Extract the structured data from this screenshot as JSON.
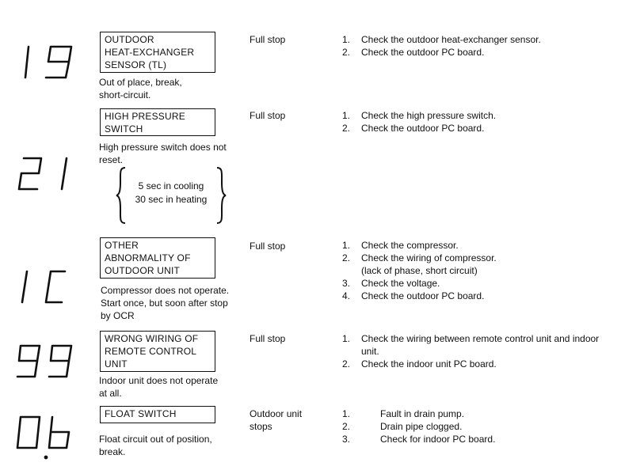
{
  "rows": [
    {
      "code": "19",
      "title_lines": [
        "OUTDOOR",
        "HEAT-EXCHANGER",
        "SENSOR (TL)"
      ],
      "desc_lines": [
        "Out of place, break,",
        "short-circuit."
      ],
      "result_lines": [
        "Full stop"
      ],
      "checks": [
        {
          "num": "1.",
          "text": "Check the outdoor heat-exchanger sensor."
        },
        {
          "num": "2.",
          "text": "Check the outdoor PC board."
        }
      ]
    },
    {
      "code": "21",
      "title_lines": [
        "HIGH PRESSURE",
        "SWITCH"
      ],
      "desc_lines": [
        "High pressure switch does not",
        "reset."
      ],
      "brace_lines": [
        "5 sec in cooling",
        "30 sec in heating"
      ],
      "result_lines": [
        "Full stop"
      ],
      "checks": [
        {
          "num": "1.",
          "text": "Check the high pressure switch."
        },
        {
          "num": "2.",
          "text": "Check the outdoor PC board."
        }
      ]
    },
    {
      "code": "1C",
      "title_lines": [
        "OTHER",
        "ABNORMALITY OF",
        "OUTDOOR UNIT"
      ],
      "desc_lines": [
        "Compressor does not operate.",
        "Start once, but soon after stop",
        "by OCR"
      ],
      "result_lines": [
        "Full stop"
      ],
      "checks": [
        {
          "num": "1.",
          "text": "Check the compressor."
        },
        {
          "num": "2.",
          "text": "Check the wiring of compressor."
        },
        {
          "num": "",
          "text": "(lack of phase, short circuit)"
        },
        {
          "num": "3.",
          "text": "Check the voltage."
        },
        {
          "num": "4.",
          "text": "Check the outdoor PC board."
        }
      ]
    },
    {
      "code": "99",
      "title_lines": [
        "WRONG WIRING OF",
        "REMOTE CONTROL",
        "UNIT"
      ],
      "desc_lines": [
        "Indoor unit does not operate",
        "at all."
      ],
      "result_lines": [
        "Full stop"
      ],
      "checks": [
        {
          "num": "1.",
          "text": "Check the wiring between remote control unit and indoor"
        },
        {
          "num": "",
          "text": "unit."
        },
        {
          "num": "2.",
          "text": "Check the indoor unit PC board."
        }
      ]
    },
    {
      "code": "0b.",
      "title_lines": [
        "FLOAT SWITCH"
      ],
      "desc_lines": [
        "Float circuit out of position,",
        "break."
      ],
      "result_lines": [
        "Outdoor unit",
        "stops"
      ],
      "checks": [
        {
          "num": "1.",
          "text": "Fault in drain pump."
        },
        {
          "num": "2.",
          "text": "Drain pipe clogged."
        },
        {
          "num": "3.",
          "text": "Check for indoor PC board."
        }
      ]
    }
  ]
}
